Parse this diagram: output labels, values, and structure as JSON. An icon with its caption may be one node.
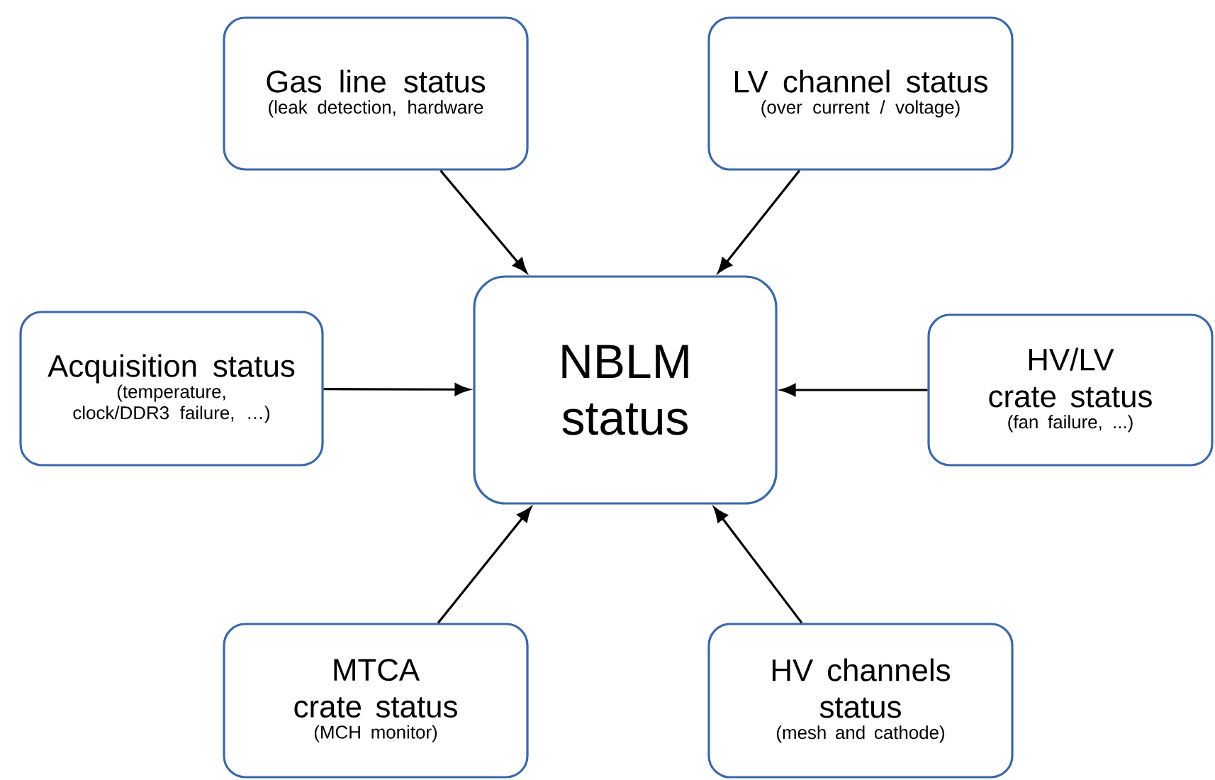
{
  "diagram": {
    "nodes": [
      {
        "text": [
          "NBLM status"
        ]
      },
      {
        "text": [
          "Gas line status",
          "(leak detection, hardware"
        ]
      },
      {
        "text": [
          "LV channel status",
          "(over current / voltage)"
        ]
      },
      {
        "text": [
          "Acquisition status",
          "(temperature, clock/DDR3 failure, …)"
        ]
      },
      {
        "text": [
          "HV/LV crate status",
          "(fan failure, ...)"
        ]
      },
      {
        "text": [
          "MTCA crate status",
          "(MCH monitor)"
        ]
      },
      {
        "text": [
          "HV channels status",
          "(mesh and cathode)"
        ]
      }
    ],
    "edges": [
      {
        "from": 1,
        "to": 0,
        "arrow": "to"
      },
      {
        "from": 2,
        "to": 0,
        "arrow": "to"
      },
      {
        "from": 3,
        "to": 0,
        "arrow": "to"
      },
      {
        "from": 4,
        "to": 0,
        "arrow": "to"
      },
      {
        "from": 5,
        "to": 0,
        "arrow": "to"
      },
      {
        "from": 6,
        "to": 0,
        "arrow": "to"
      }
    ]
  }
}
